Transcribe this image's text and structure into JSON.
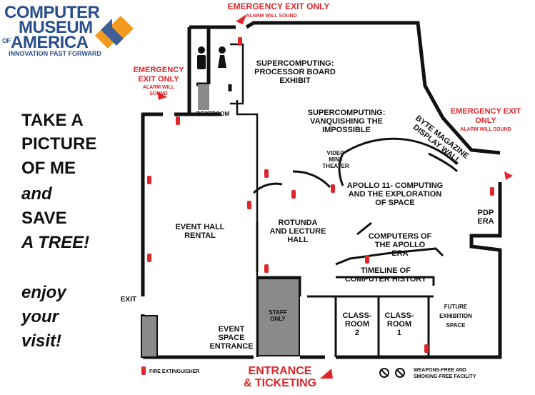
{
  "logo": {
    "line1": "COMPUTER",
    "line2": "MUSEUM",
    "of_prefix": "OF",
    "line3": "AMERICA",
    "tagline": "INNOVATION PAST FORWARD"
  },
  "promo": {
    "lines": [
      "TAKE A",
      "PICTURE",
      "OF ME",
      "and",
      "SAVE",
      "A TREE!"
    ],
    "enjoy": [
      "enjoy",
      "your",
      "visit!"
    ]
  },
  "exits": {
    "top": {
      "title": "EMERGENCY EXIT ONLY",
      "sub": "ALARM WILL SOUND"
    },
    "left_top": {
      "title1": "EMERGENCY",
      "title2": "EXIT ONLY",
      "sub1": "ALARM WILL",
      "sub2": "SOUND"
    },
    "right": {
      "title1": "EMERGENCY EXIT",
      "title2": "ONLY",
      "sub": "ALARM WILL SOUND"
    }
  },
  "rooms": {
    "restroom": "RESTROOM",
    "supercomputing_board": [
      "SUPERCOMPUTING:",
      "PROCESSOR BOARD",
      "EXHIBIT"
    ],
    "supercomputing_vanq": [
      "SUPERCOMPUTING:",
      "VANQUISHING THE",
      "IMPOSSIBLE"
    ],
    "byte": [
      "BYTE MAGAZINE",
      "DISPLAY WALL"
    ],
    "video": [
      "VIDEO",
      "MINI-",
      "THEATER"
    ],
    "apollo": [
      "APOLLO 11- COMPUTING",
      "AND THE EXPLORATION",
      "OF SPACE"
    ],
    "pdp": [
      "PDP",
      "ERA"
    ],
    "rotunda": [
      "ROTUNDA",
      "AND LECTURE",
      "HALL"
    ],
    "apollo_computers": [
      "COMPUTERS OF",
      "THE APOLLO",
      "ERA"
    ],
    "timeline": [
      "TIMELINE OF",
      "COMPUTER HISTORY"
    ],
    "event_hall": [
      "EVENT HALL",
      "RENTAL"
    ],
    "exit": "EXIT",
    "staff": [
      "STAFF",
      "ONLY"
    ],
    "classroom2": [
      "CLASS-",
      "ROOM",
      "2"
    ],
    "classroom1": [
      "CLASS-",
      "ROOM",
      "1"
    ],
    "future": [
      "FUTURE",
      "EXHIBITION",
      "SPACE"
    ],
    "event_entrance": [
      "EVENT",
      "SPACE",
      "ENTRANCE"
    ]
  },
  "footer": {
    "entrance1": "ENTRANCE",
    "entrance2": "& TICKETING",
    "extinguisher_legend": "FIRE EXTINGUISHER",
    "facility1": "WEAPONS-FREE AND",
    "facility2": "SMOKING-FREE FACILITY"
  },
  "colors": {
    "brand_blue": "#2a4f8c",
    "brand_orange": "#f29a1f",
    "emergency_red": "#e0262b",
    "wall": "#111111",
    "staff_fill": "#8a8a8a"
  },
  "icons": [
    "logo-chevron-icon",
    "male-restroom-icon",
    "female-restroom-icon",
    "fire-extinguisher-icon",
    "exit-arrow-icon",
    "no-weapons-icon",
    "no-smoking-icon"
  ]
}
